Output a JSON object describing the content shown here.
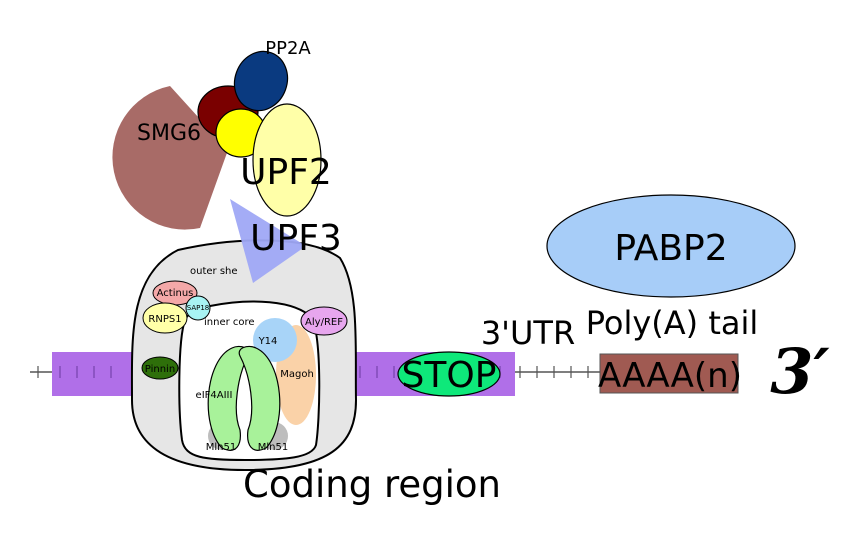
{
  "labels": {
    "pp2a": "PP2A",
    "smg6": "SMG6",
    "upf2": "UPF2",
    "upf3": "UPF3",
    "pabp2": "PABP2",
    "utr3": "3'UTR",
    "polya_tail": "Poly(A) tail",
    "aaaa": "AAAA(n)",
    "three_prime": "3′",
    "coding_region": "Coding region",
    "stop": "STOP",
    "outer_shell": "outer she",
    "inner_core": "inner core",
    "actinus": "Actinus",
    "sap18": "SAP18",
    "rnps1": "RNPS1",
    "pinnin": "Pinnin",
    "aly_ref": "Aly/REF",
    "y14": "Y14",
    "magoh": "Magoh",
    "eif4aiii": "eIF4AIII",
    "mln51_left": "Mln51",
    "mln51_right": "Mln51"
  },
  "colors": {
    "smg6": "#a86b67",
    "pp2a_dark": "#7a0000",
    "pp2a_blue": "#0a3a80",
    "pp2a_yellow": "#ffff00",
    "upf2": "#ffffa8",
    "upf3": "#9fa8f5",
    "pabp2": "#a7cdf8",
    "poly_a": "#a05a52",
    "mrna_band": "#b06fe8",
    "stop": "#0ee87a",
    "ejc_outer": "#e6e6e6",
    "eif4aiii": "#a8f29a",
    "magoh": "#fad2a8",
    "y14": "#a8d4f8",
    "pinnin": "#2e6f0a",
    "aly_ref": "#e7a6ee",
    "actinus": "#f4a8a8",
    "sap18": "#a8f4f4",
    "rnps1": "#ffffa8"
  }
}
